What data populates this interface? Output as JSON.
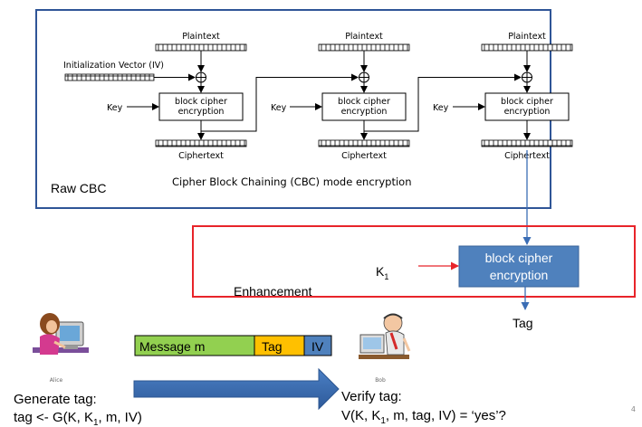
{
  "cbc": {
    "blocks": [
      {
        "plaintext": "Plaintext",
        "key": "Key",
        "cipher_line1": "block cipher",
        "cipher_line2": "encryption",
        "ciphertext": "Ciphertext"
      },
      {
        "plaintext": "Plaintext",
        "key": "Key",
        "cipher_line1": "block cipher",
        "cipher_line2": "encryption",
        "ciphertext": "Ciphertext"
      },
      {
        "plaintext": "Plaintext",
        "key": "Key",
        "cipher_line1": "block cipher",
        "cipher_line2": "encryption",
        "ciphertext": "Ciphertext"
      }
    ],
    "iv_label": "Initialization Vector (IV)",
    "raw_label": "Raw CBC",
    "caption": "Cipher Block Chaining (CBC) mode encryption"
  },
  "enhancement": {
    "label": "Enhancement",
    "key_base": "K",
    "key_sub": "1",
    "cipher_line1": "block cipher",
    "cipher_line2": "encryption",
    "tag_label": "Tag"
  },
  "message": {
    "segments": [
      {
        "label": "Message m",
        "color": "#92d050"
      },
      {
        "label": "Tag",
        "color": "#ffc000"
      },
      {
        "label": "IV",
        "color": "#4f81bd"
      }
    ]
  },
  "alice": {
    "name": "Alice",
    "action": "Generate tag:",
    "formula": {
      "p1": "tag <- G(K, K",
      "sub": "1",
      "p2": ", m, IV)"
    }
  },
  "bob": {
    "name": "Bob",
    "action": "Verify tag:",
    "formula": {
      "p1": "V(K, K",
      "sub": "1",
      "p2": ", m, tag, IV) = ‘yes’?"
    }
  },
  "slide_number": "4",
  "colors": {
    "frame_blue": "#2f5597",
    "frame_red": "#e8242a",
    "cipher_box": "#4f81bd",
    "arrow_blue": "#3a6db5"
  }
}
